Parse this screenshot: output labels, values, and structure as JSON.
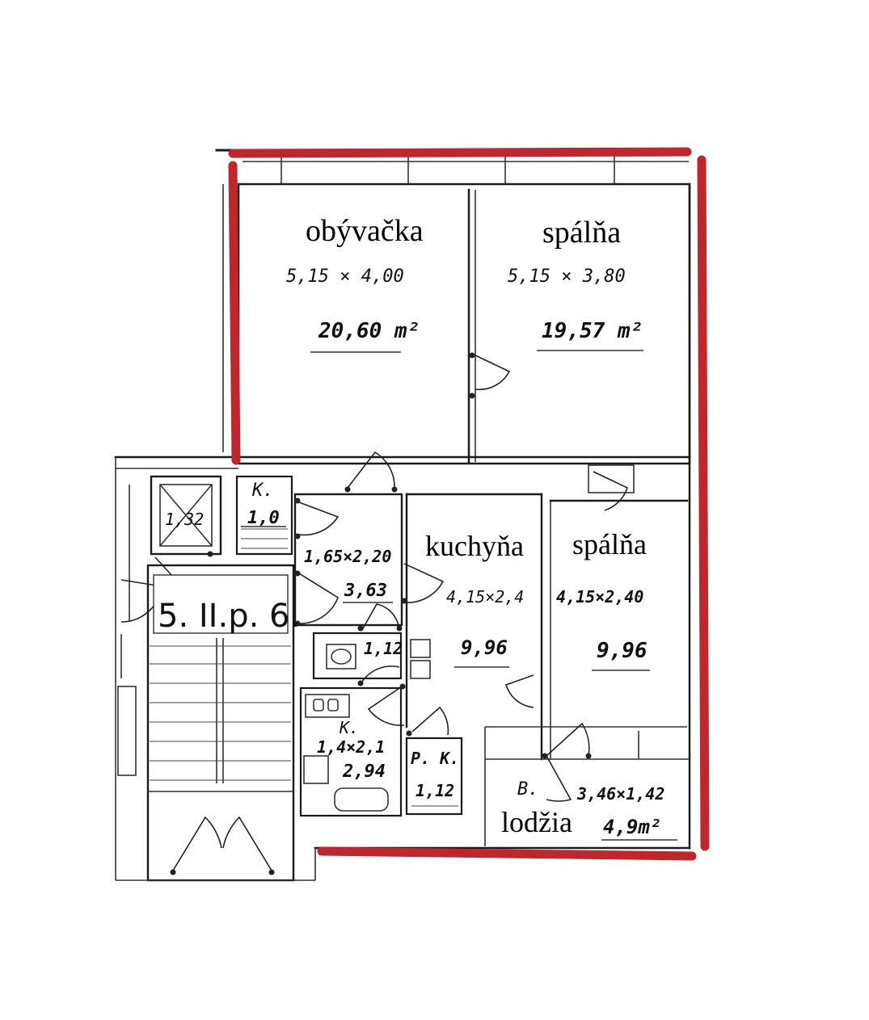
{
  "rooms": {
    "living": {
      "name": "obývačka",
      "dims": "5,15 × 4,00",
      "area": "20,60 m²"
    },
    "bedroom1": {
      "name": "spálňa",
      "dims": "5,15 × 3,80",
      "area": "19,57 m²"
    },
    "kitchen": {
      "name": "kuchyňa",
      "dims": "4,15×2,4",
      "area": "9,96"
    },
    "bedroom2": {
      "name": "spálňa",
      "dims": "4,15×2,40",
      "area": "9,96"
    },
    "loggia": {
      "name": "lodžia",
      "prefix": "B.",
      "dims": "3,46×1,42",
      "area": "4,9m²"
    },
    "hall": {
      "dims": "1,65×2,20",
      "area": "3,63"
    },
    "wc": {
      "area": "1,12"
    },
    "bath": {
      "prefix": "K.",
      "dims": "1,4×2,1",
      "area": "2,94"
    },
    "pantry": {
      "code": "P. K.",
      "area": "1,12"
    },
    "storage": {
      "code": "K.",
      "area": "1,0"
    },
    "elevator": {
      "area": "1,32"
    }
  },
  "landing": {
    "label": "5. II.p. 6."
  },
  "colors": {
    "outline": "#c0272d",
    "ink": "#1a1a1a"
  }
}
